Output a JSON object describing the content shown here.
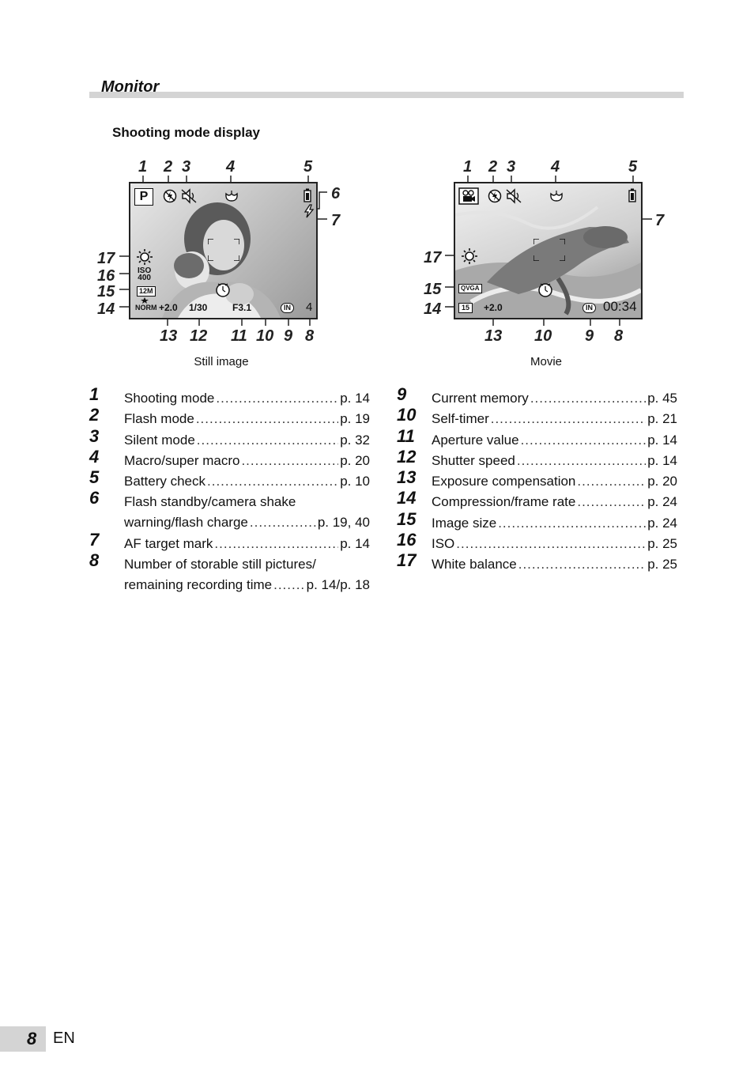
{
  "section_title": "Monitor",
  "subtitle": "Shooting mode display",
  "still": {
    "caption": "Still image",
    "top_numbers": [
      "1",
      "2",
      "3",
      "4",
      "5"
    ],
    "right_numbers": [
      "6",
      "7"
    ],
    "left_numbers": [
      "17",
      "16",
      "15",
      "14"
    ],
    "bottom_numbers": [
      "13",
      "12",
      "11",
      "10",
      "9",
      "8"
    ],
    "overlay": {
      "mode": "P",
      "iso": "ISO",
      "iso_val": "400",
      "size": "12M",
      "comp": "NORM",
      "exposure": "+2.0",
      "shutter": "1/30",
      "aperture": "F3.1",
      "memory": "IN",
      "count": "4"
    }
  },
  "movie": {
    "caption": "Movie",
    "top_numbers": [
      "1",
      "2",
      "3",
      "4",
      "5"
    ],
    "right_numbers": [
      "7"
    ],
    "left_numbers": [
      "17",
      "15",
      "14"
    ],
    "bottom_numbers": [
      "13",
      "10",
      "9",
      "8"
    ],
    "overlay": {
      "size": "QVGA",
      "rate": "15",
      "exposure": "+2.0",
      "memory": "IN",
      "time": "00:34"
    }
  },
  "items_left": [
    {
      "num": "1",
      "label": "Shooting mode",
      "page": "p. 14"
    },
    {
      "num": "2",
      "label": "Flash mode",
      "page": "p. 19"
    },
    {
      "num": "3",
      "label": "Silent mode",
      "page": "p. 32"
    },
    {
      "num": "4",
      "label": "Macro/super macro",
      "page": "p. 20"
    },
    {
      "num": "5",
      "label": "Battery check",
      "page": "p. 10"
    },
    {
      "num": "6",
      "label": "Flash standby/camera shake",
      "label2": "warning/flash charge",
      "page": "p. 19, 40"
    },
    {
      "num": "7",
      "label": "AF target mark",
      "page": "p. 14"
    },
    {
      "num": "8",
      "label": "Number of storable still pictures/",
      "label2": "remaining recording time",
      "page": "p. 14/p. 18"
    }
  ],
  "items_right": [
    {
      "num": "9",
      "label": "Current memory",
      "page": "p. 45"
    },
    {
      "num": "10",
      "label": "Self-timer",
      "page": "p. 21"
    },
    {
      "num": "11",
      "label": "Aperture value",
      "page": "p. 14"
    },
    {
      "num": "12",
      "label": "Shutter speed",
      "page": "p. 14"
    },
    {
      "num": "13",
      "label": "Exposure compensation",
      "page": "p. 20"
    },
    {
      "num": "14",
      "label": "Compression/frame rate",
      "page": "p. 24"
    },
    {
      "num": "15",
      "label": "Image size",
      "page": "p. 24"
    },
    {
      "num": "16",
      "label": "ISO",
      "page": "p. 25"
    },
    {
      "num": "17",
      "label": "White balance",
      "page": "p. 25"
    }
  ],
  "footer": {
    "page": "8",
    "lang": "EN"
  }
}
